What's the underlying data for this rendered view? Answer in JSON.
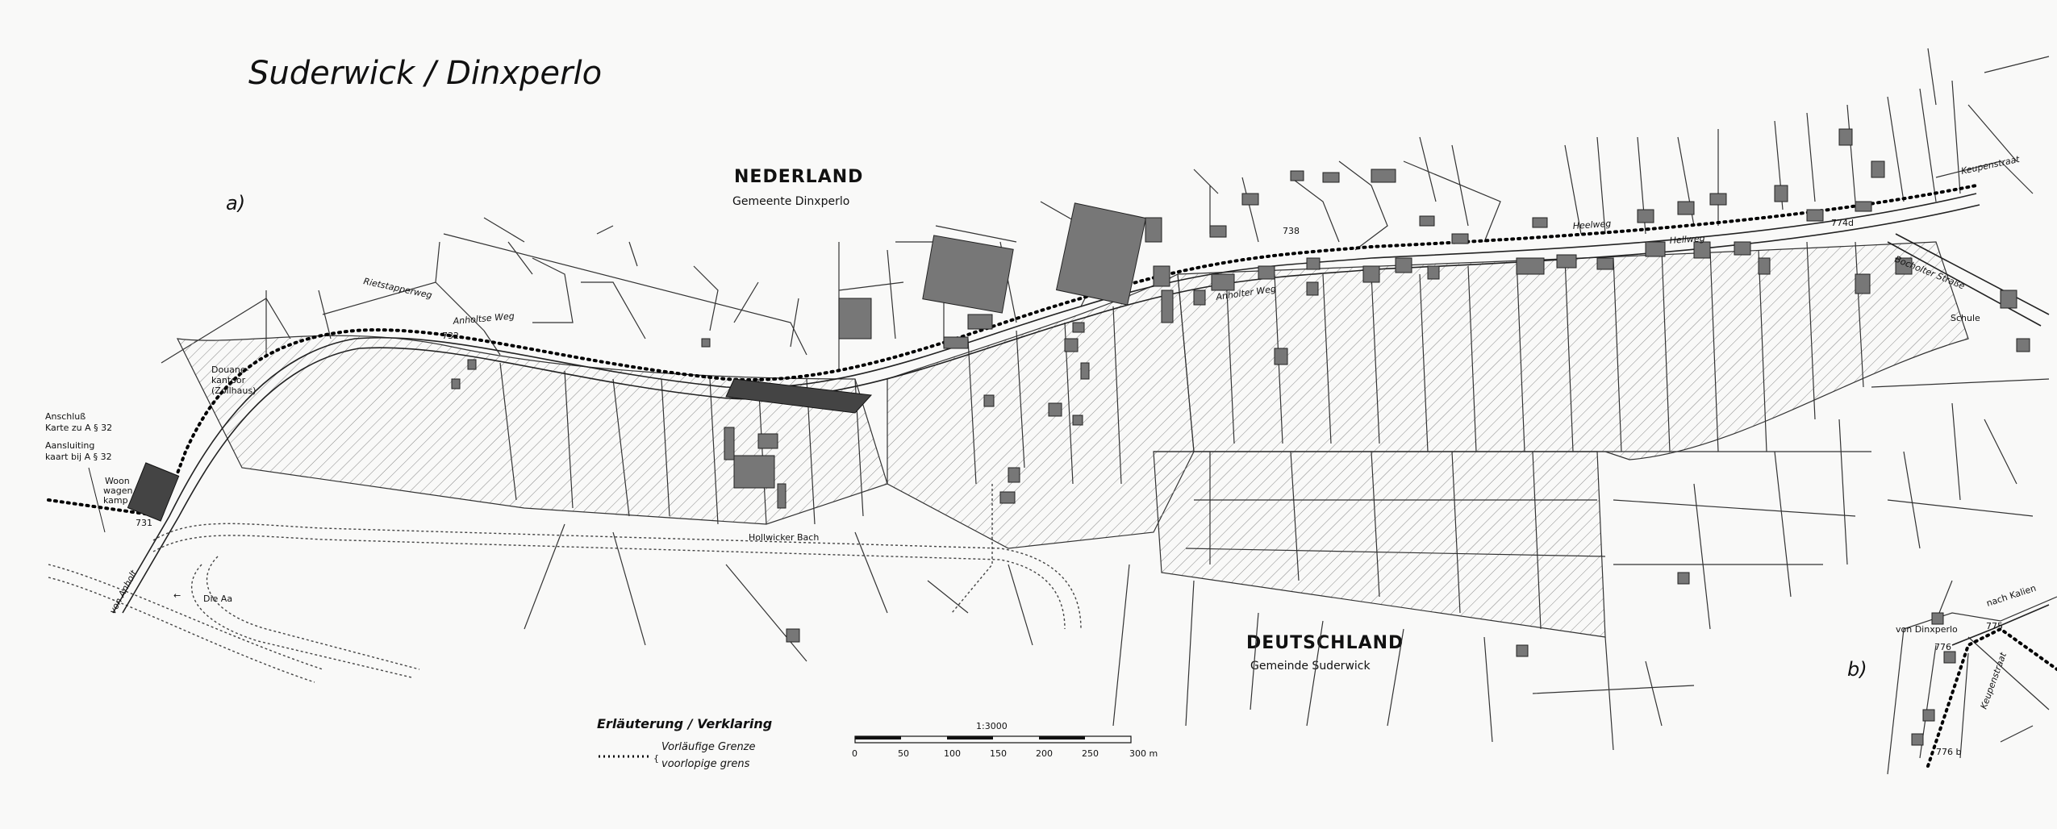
{
  "title": "Suderwick / Dinxperlo",
  "countries": {
    "nl": {
      "name": "NEDERLAND",
      "municipality": "Gemeente Dinxperlo"
    },
    "de": {
      "name": "DEUTSCHLAND",
      "municipality": "Gemeinde Suderwick"
    }
  },
  "map_labels": {
    "a": "a)",
    "b": "b)"
  },
  "streets": {
    "rietstapperweg": "Rietstapperweg",
    "anholtse_weg": "Anholtse Weg",
    "anholter_weg": "Anholter Weg",
    "heelweg": "Heelweg",
    "hellweg": "Hellweg",
    "bocholter_strasse": "Bocholter Straße",
    "keupenstraat": "Keupenstraat",
    "hollwicker_bach": "Hollwicker Bach",
    "die_aa": "Die Aa",
    "von_anholt": "von Anholt",
    "schule": "Schule",
    "nach_kalien": "nach Kalien",
    "von_dinxperlo": "von Dinxperlo",
    "keupenstrasse": "Keupenstraat"
  },
  "annotations": {
    "douane": "Douane-",
    "kantoor": "kantoor",
    "zollhaus": "(Zollhaus)",
    "anschluss_1": "Anschluß",
    "anschluss_2": "Karte zu A § 32",
    "aansluiting_1": "Aansluiting",
    "aansluiting_2": "kaart bij A § 32",
    "woon_1": "Woon",
    "woon_2": "wagen",
    "woon_3": "kamp"
  },
  "markers": {
    "m731": "731",
    "m732": "732",
    "m738": "738",
    "m774d": "774d",
    "m775": "775",
    "m776": "776",
    "m776b": "776 b"
  },
  "legend": {
    "title": "Erläuterung / Verklaring",
    "line1": "Vorläufige Grenze",
    "line2": "voorlopige grens"
  },
  "scale": {
    "ratio": "1:3000",
    "ticks": [
      "0",
      "50",
      "100",
      "150",
      "200",
      "250",
      "300 m"
    ]
  },
  "colors": {
    "paper": "#f9f9f8",
    "ink": "#111111",
    "building": "#777777"
  }
}
